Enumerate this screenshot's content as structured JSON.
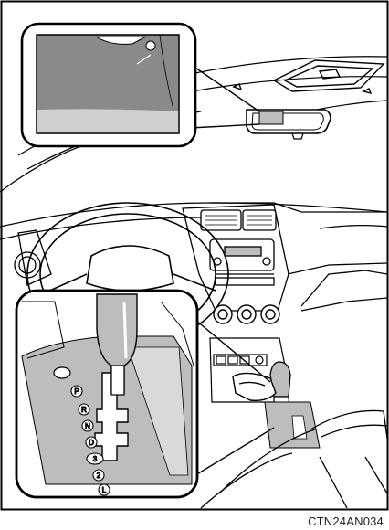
{
  "illustration": {
    "code": "CTN24AN034",
    "gear_positions": [
      "P",
      "R",
      "N",
      "D",
      "3",
      "2",
      "L"
    ]
  },
  "colors": {
    "background": "#ffffff",
    "ink": "#000000",
    "gray_light": "#bdbdbd",
    "gray_mid": "#8a8a8a"
  }
}
